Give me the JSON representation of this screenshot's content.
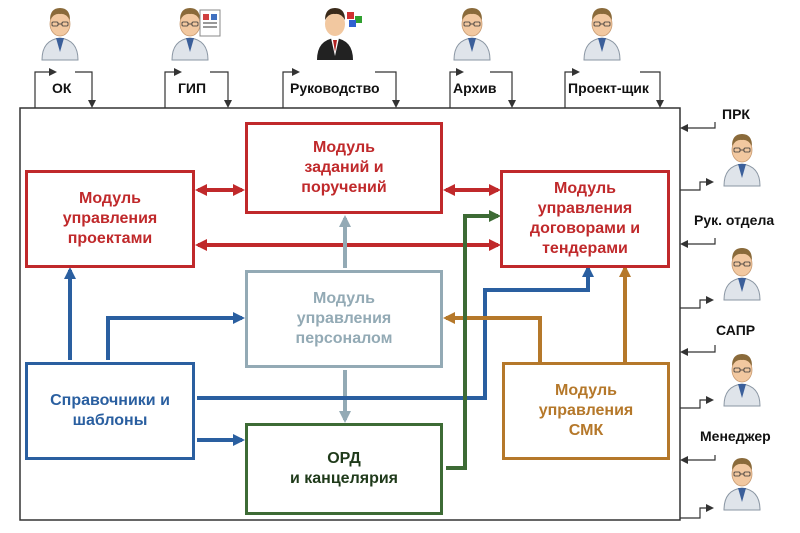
{
  "top_roles": [
    {
      "label": "ОК"
    },
    {
      "label": "ГИП"
    },
    {
      "label": "Руководство"
    },
    {
      "label": "Архив"
    },
    {
      "label": "Проект-щик"
    }
  ],
  "side_roles": [
    {
      "label": "ПРК"
    },
    {
      "label": "Рук. отдела"
    },
    {
      "label": "САПР"
    },
    {
      "label": "Менеджер"
    }
  ],
  "modules": {
    "tasks": {
      "text": "Модуль\nзаданий и\nпоручений",
      "color": "#c0292b"
    },
    "projects": {
      "text": "Модуль\nуправления\nпроектами",
      "color": "#c0292b"
    },
    "contracts": {
      "text": "Модуль\nуправления\nдоговорами и\nтендерами",
      "color": "#c0292b"
    },
    "personnel": {
      "text": "Модуль\nуправления\nперсоналом",
      "color": "#93aab5"
    },
    "references": {
      "text": "Справочники и\nшаблоны",
      "color": "#2a5fa0"
    },
    "qms": {
      "text": "Модуль\nуправления\nСМК",
      "color": "#b5782a"
    },
    "ord": {
      "text": "ОРД\nи канцелярия",
      "color": "#3d6b35"
    }
  },
  "colors": {
    "red": "#c0292b",
    "blue": "#2a5fa0",
    "gray": "#93aab5",
    "green": "#3d6b35",
    "orange": "#b5782a",
    "frame": "#333333"
  }
}
